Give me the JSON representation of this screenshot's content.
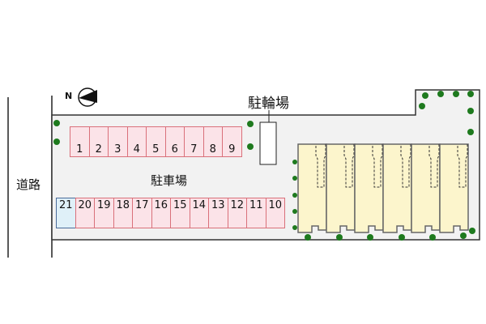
{
  "labels": {
    "road": "道路",
    "parking": "駐車場",
    "bicycle_parking": "駐輪場",
    "north": "N"
  },
  "parking_top": [
    "1",
    "2",
    "3",
    "4",
    "5",
    "6",
    "7",
    "8",
    "9"
  ],
  "parking_bottom": [
    "21",
    "20",
    "19",
    "18",
    "17",
    "16",
    "15",
    "14",
    "13",
    "12",
    "11",
    "10"
  ],
  "colors": {
    "parking_fill": "#fbe3e8",
    "parking_border": "#d9707a",
    "special_fill": "#dff0f8",
    "building_fill": "#fcf5cc",
    "tree": "#1e7a1e",
    "site_fill": "#f2f2f2"
  },
  "building_units": 6
}
